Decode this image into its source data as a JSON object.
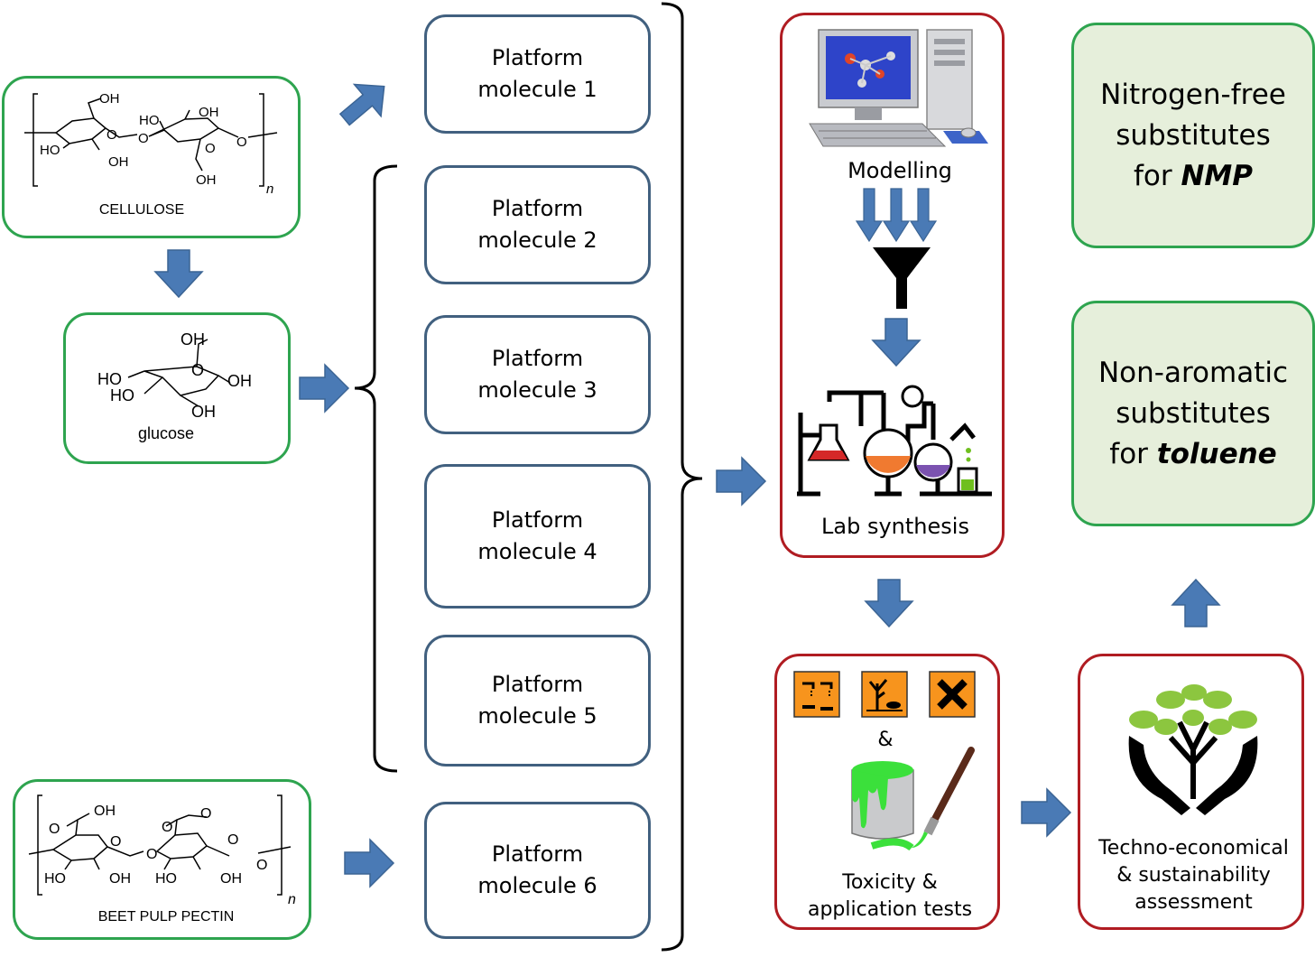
{
  "feedstocks": {
    "cellulose": {
      "label": "CELLULOSE",
      "oh1": "OH",
      "ho1": "HO",
      "oh2": "OH",
      "ho2": "HO",
      "oh3": "OH",
      "oh4": "OH",
      "o1": "O",
      "o2": "O",
      "o3": "O",
      "o4": "O",
      "n": "n"
    },
    "glucose": {
      "label": "glucose",
      "oh_top": "OH",
      "ho1": "HO",
      "ho2": "HO",
      "o": "O",
      "oh_right": "OH",
      "oh_bottom": "OH"
    },
    "pectin": {
      "label": "BEET PULP PECTIN",
      "oh_acid": "OH",
      "o_acid": "O",
      "o_ester": "O",
      "o_ester2": "O",
      "o_ring1": "O",
      "o_ring2": "O",
      "o_link": "O",
      "o_end": "O",
      "ho1": "HO",
      "oh1": "OH",
      "ho2": "HO",
      "oh2": "OH",
      "n": "n"
    }
  },
  "platform_molecules": [
    {
      "line1": "Platform",
      "line2": "molecule 1"
    },
    {
      "line1": "Platform",
      "line2": "molecule 2"
    },
    {
      "line1": "Platform",
      "line2": "molecule 3"
    },
    {
      "line1": "Platform",
      "line2": "molecule 4"
    },
    {
      "line1": "Platform",
      "line2": "molecule 5"
    },
    {
      "line1": "Platform",
      "line2": "molecule 6"
    }
  ],
  "workflow": {
    "modelling": "Modelling",
    "lab_synthesis": "Lab synthesis",
    "ampersand": "&",
    "toxicity_line1": "Toxicity &",
    "toxicity_line2": "application tests",
    "assessment_line1": "Techno-economical",
    "assessment_line2": "& sustainability",
    "assessment_line3": "assessment"
  },
  "outputs": [
    {
      "line1": "Nitrogen-free",
      "line2": "substitutes",
      "prefix": "for ",
      "emph": "NMP"
    },
    {
      "line1": "Non-aromatic",
      "line2": "substitutes",
      "prefix": "for ",
      "emph": "toluene"
    }
  ],
  "colors": {
    "arrow": "#4a7ab5",
    "green_border": "#2ea44f",
    "red_border": "#b01c22",
    "blue_border": "#41607f",
    "output_fill": "#e6efdb",
    "hazard_orange": "#f7941d"
  },
  "icons": [
    "computer-icon",
    "funnel-icon",
    "lab-glassware-icon",
    "corrosive-hazard-icon",
    "environment-hazard-icon",
    "harmful-hazard-icon",
    "paint-can-icon",
    "paintbrush-icon",
    "tree-hands-icon"
  ]
}
